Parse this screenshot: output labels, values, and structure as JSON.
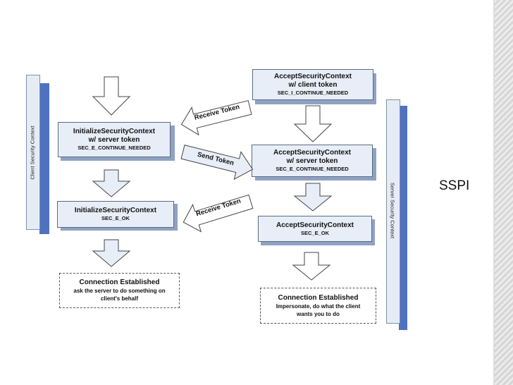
{
  "slide_title": "SSPI",
  "client_context_label": "Client Security Context",
  "server_context_label": "Server Security Context",
  "client_boxes": [
    {
      "line1": "InitializeSecurityContext",
      "line2": "w/ server token",
      "line3": "SEC_E_CONTINUE_NEEDED"
    },
    {
      "line1": "InitializeSecurityContext",
      "line2": "SEC_E_OK"
    }
  ],
  "client_result": {
    "line1": "Connection Established",
    "line2": "ask the server to do something on",
    "line3": "client's behalf"
  },
  "server_boxes": [
    {
      "line1": "AcceptSecurityContext",
      "line2": "w/ client token",
      "line3": "SEC_I_CONTINUE_NEEDED"
    },
    {
      "line1": "AcceptSecurityContext",
      "line2": "w/ server token",
      "line3": "SEC_E_CONTINUE_NEEDED"
    },
    {
      "line1": "AcceptSecurityContext",
      "line2": "SEC_E_OK"
    }
  ],
  "server_result": {
    "line1": "Connection Established",
    "line2": "Impersonate, do what the client",
    "line3": "wants you to do"
  },
  "token_arrows": [
    {
      "label": "Receive Token",
      "direction": "left"
    },
    {
      "label": "Send Token",
      "direction": "right"
    },
    {
      "label": "Receive Token",
      "direction": "left"
    }
  ]
}
